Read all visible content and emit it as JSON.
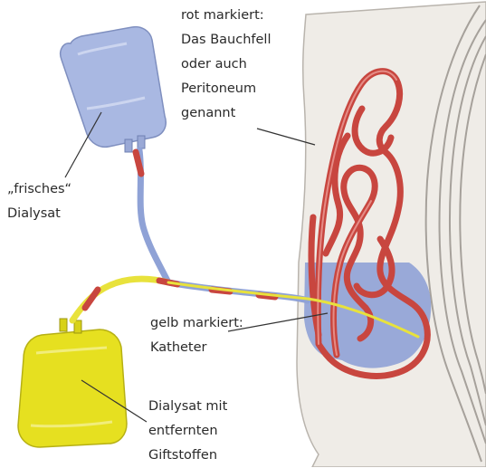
{
  "labels": {
    "peritoneum": [
      "rot markiert:",
      "Das Bauchfell",
      "oder auch",
      "Peritoneum",
      "genannt"
    ],
    "fresh": [
      "„frisches“",
      "Dialysat"
    ],
    "catheter": [
      "gelb markiert:",
      "Katheter"
    ],
    "used": [
      "Dialysat mit",
      "entfernten",
      "Giftstoffen"
    ]
  },
  "colors": {
    "peritoneum_red": "#c8463f",
    "catheter_yellow": "#e8e23c",
    "fresh_bag_blue": "#a9b8e2",
    "used_bag_yellow": "#e6e020",
    "dialysate_fluid": "#8fa2d6",
    "body_tissue": "#efece7"
  }
}
